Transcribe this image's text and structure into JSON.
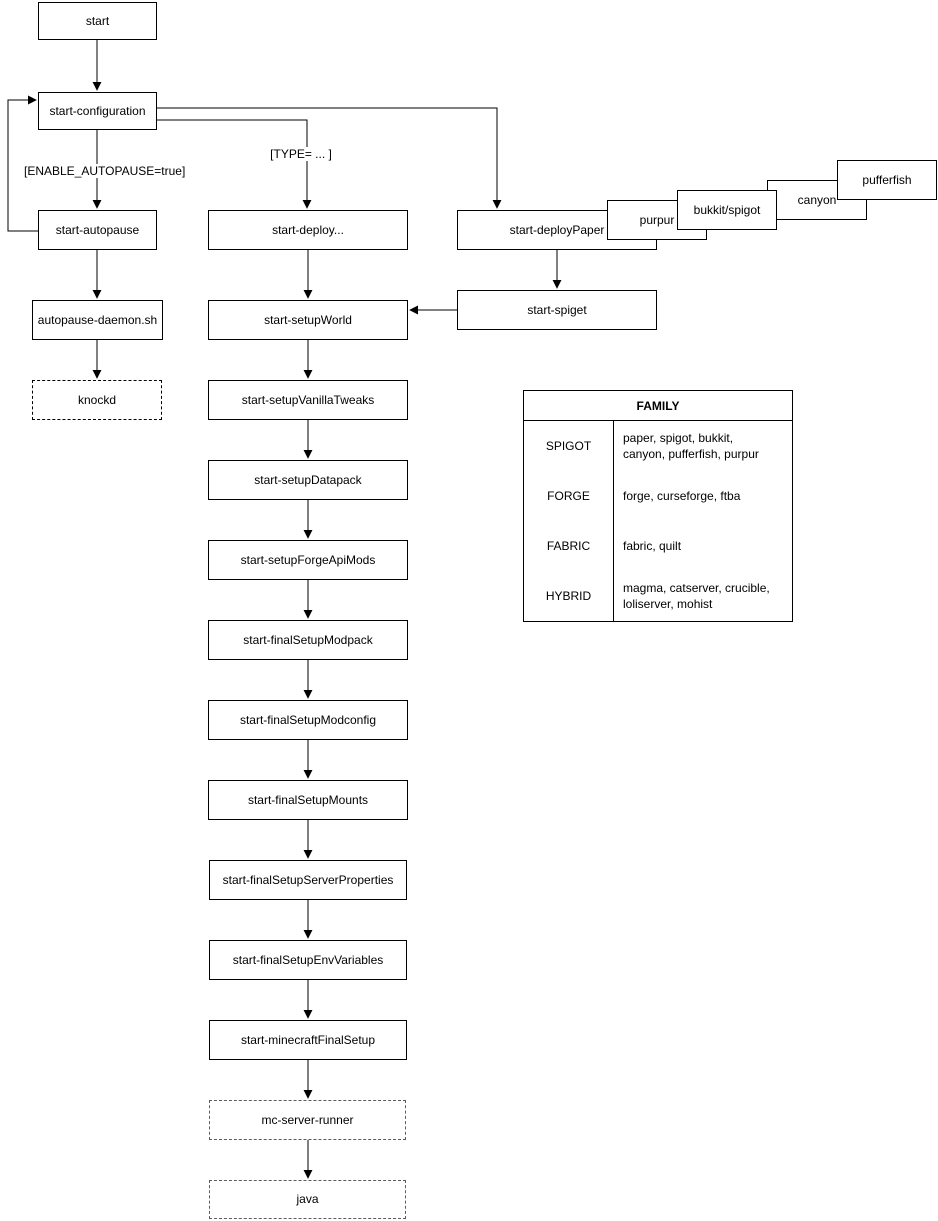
{
  "diagram": {
    "nodes": {
      "start": "start",
      "configuration": "start-configuration",
      "autopause": "start-autopause",
      "autopause_daemon": "autopause-daemon.sh",
      "knockd": "knockd",
      "deploy": "start-deploy...",
      "deploy_paper": "start-deployPaper",
      "purpur": "purpur",
      "bukkit_spigot": "bukkit/spigot",
      "canyon": "canyon",
      "pufferfish": "pufferfish",
      "spiget": "start-spiget",
      "setup_world": "start-setupWorld",
      "setup_vanilla_tweaks": "start-setupVanillaTweaks",
      "setup_datapack": "start-setupDatapack",
      "setup_forge_api_mods": "start-setupForgeApiMods",
      "final_setup_modpack": "start-finalSetupModpack",
      "final_setup_modconfig": "start-finalSetupModconfig",
      "final_setup_mounts": "start-finalSetupMounts",
      "final_setup_server_properties": "start-finalSetupServerProperties",
      "final_setup_env_variables": "start-finalSetupEnvVariables",
      "minecraft_final_setup": "start-minecraftFinalSetup",
      "mc_server_runner": "mc-server-runner",
      "java": "java"
    },
    "edge_labels": {
      "autopause_condition": "[ENABLE_AUTOPAUSE=true]",
      "type_condition": "[TYPE= ... ]"
    },
    "table": {
      "title": "FAMILY",
      "rows": [
        {
          "family": "SPIGOT",
          "members": "paper, spigot, bukkit, canyon, pufferfish, purpur"
        },
        {
          "family": "FORGE",
          "members": "forge, curseforge, ftba"
        },
        {
          "family": "FABRIC",
          "members": "fabric, quilt"
        },
        {
          "family": "HYBRID",
          "members": "magma, catserver, crucible, loliserver, mohist"
        }
      ]
    },
    "colors": {
      "stroke": "#000000",
      "background": "#ffffff"
    }
  }
}
